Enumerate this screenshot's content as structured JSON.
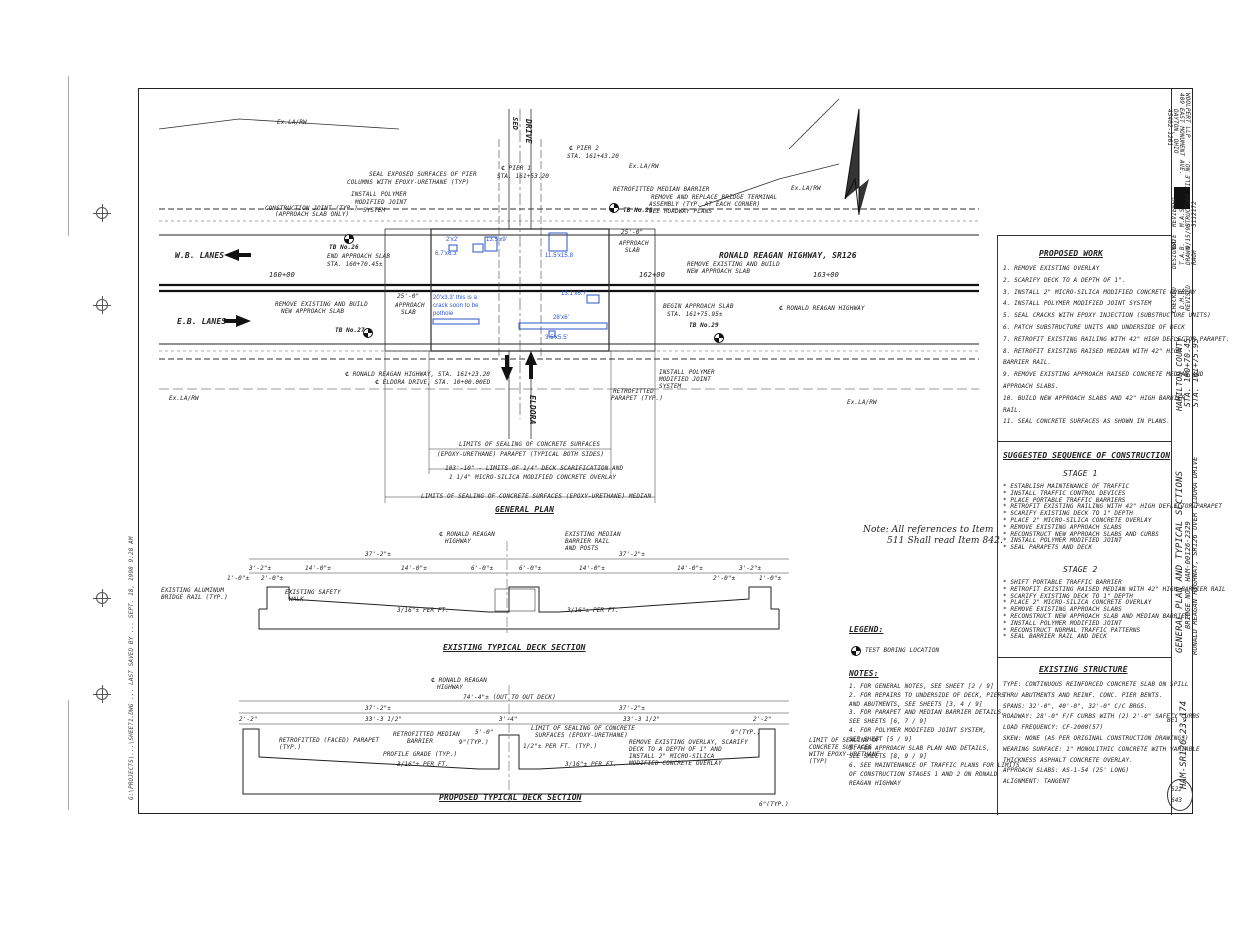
{
  "plan": {
    "west_lanes": "W.B. LANES",
    "east_lanes": "E.B. LANES",
    "highway_label": "RONALD REAGAN HIGHWAY, SR126",
    "sta_left": "160+00",
    "sta_mid": "162+00",
    "sta_right": "163+00",
    "ex_la_rw": "Ex.LA/RW",
    "road_top_a": "SED",
    "road_top_b": "DRIVE",
    "eldora": "ELDORA",
    "pier2": "℄ PIER 2",
    "pier2_sta": "STA. 161+43.20",
    "pier1": "℄ PIER 1",
    "pier1_sta": "STA. 161+53.20",
    "seal_piers_1": "SEAL EXPOSED SURFACES OF PIER",
    "seal_piers_2": "COLUMNS WITH EPOXY-URETHANE (TYP)",
    "install_poly_1": "INSTALL POLYMER",
    "install_poly_2": "MODIFIED JOINT",
    "install_poly_3": "SYSTEM",
    "cons_joint_1": "CONSTRUCTION JOINT (TYP.)",
    "cons_joint_2": "(APPROACH SLAB ONLY)",
    "retro_median": "RETROFITTED MEDIAN BARRIER",
    "remove_term_1": "REMOVE AND REPLACE BRIDGE TERMINAL",
    "remove_term_2": "ASSEMBLY (TYP. AT EACH CORNER)",
    "remove_term_3": "SEE ROADWAY PLANS",
    "tb26": "TB No.26",
    "tb27": "TB No.27",
    "tb28": "TB No.28",
    "tb29": "TB No.29",
    "end_slab_1": "END APPROACH SLAB",
    "end_slab_2": "STA. 160+70.45±",
    "twentyfive": "25'-0\"",
    "approach_slab": "APPROACH",
    "slab": "SLAB",
    "remove_build_1": "REMOVE EXISTING AND BUILD",
    "remove_build_2": "NEW APPROACH SLAB",
    "begin_slab_1": "BEGIN APPROACH SLAB",
    "begin_slab_2": "STA. 161+75.95±",
    "cl_reagan": "℄ RONALD REAGAN HIGHWAY",
    "cl_reagan_sta": "℄ RONALD REAGAN HIGHWAY, STA. 161+23.20",
    "cl_eldora_sta": "℄ ELDORA DRIVE, STA. 10+00.00ED",
    "install_poly_b1": "INSTALL POLYMER",
    "install_poly_b2": "MODIFIED JOINT",
    "install_poly_b3": "SYSTEM",
    "retro_parapet_1": "RETROFITTED",
    "retro_parapet_2": "PARAPET (TYP.)",
    "limits_seal_1": "LIMITS OF SEALING OF CONCRETE SURFACES",
    "limits_seal_2": "(EPOXY-URETHANE) PARAPET (TYPICAL BOTH SIDES)",
    "limits_scar_1": "103'-10\" - LIMITS OF 1/4\" DECK SCARIFICATION AND",
    "limits_scar_2": "1 1/4\" MICRO-SILICA MODIFIED CONCRETE OVERLAY",
    "limits_median": "LIMITS OF SEALING OF CONCRETE SURFACES (EPOXY-URETHANE) MEDIAN",
    "general_plan": "GENERAL PLAN",
    "ann_2x2": "2'x2'",
    "ann_67x63": "6.7'x6.3'",
    "ann_135x9": "13.5'x9'",
    "ann_115x158": "11.5'x15.8",
    "ann_131x67": "13.1'x6.7'",
    "ann_crack_1": "20'x3.3' this is a",
    "ann_crack_2": "crack soon to be",
    "ann_crack_3": "pothole",
    "ann_28x6": "28'x6'",
    "ann_35x55": "3.5'x5.5'"
  },
  "existing_section": {
    "title": "EXISTING TYPICAL DECK SECTION",
    "cl_reagan_1": "℄ RONALD REAGAN",
    "cl_reagan_2": "HIGHWAY",
    "exist_median_1": "EXISTING MEDIAN",
    "exist_median_2": "BARRIER RAIL",
    "exist_median_3": "AND POSTS",
    "dim_37a": "37'-2\"±",
    "dim_37b": "37'-2\"±",
    "dim_3_2a": "3'-2\"±",
    "dim_14a": "14'-0\"±",
    "dim_14b": "14'-0\"±",
    "dim_6a": "6'-0\"±",
    "dim_6b": "6'-0\"±",
    "dim_14c": "14'-0\"±",
    "dim_14d": "14'-0\"±",
    "dim_3_2b": "3'-2\"±",
    "dim_1a": "1'-0\"±",
    "dim_2a": "2'-0\"±",
    "dim_2b": "2'-0\"±",
    "dim_1b": "1'-0\"±",
    "alum_rail_1": "EXISTING ALUMINUM",
    "alum_rail_2": "BRIDGE RAIL (TYP.)",
    "safety_walk_1": "EXISTING SAFETY",
    "safety_walk_2": "WALK",
    "slope_a": "3/16\"± PER FT.",
    "slope_b": "3/16\"± PER FT."
  },
  "proposed_section": {
    "title": "PROPOSED TYPICAL DECK SECTION",
    "cl_reagan_1": "℄ RONALD REAGAN",
    "cl_reagan_2": "HIGHWAY",
    "dim_74": "74'-4\"± (OUT TO OUT DECK)",
    "dim_37a": "37'-2\"±",
    "dim_37b": "37'-2\"±",
    "dim_33a": "33'-3 1/2\"",
    "dim_33b": "33'-3 1/2\"",
    "dim_2_2a": "2'-2\"",
    "dim_2_2b": "2'-2\"",
    "dim_3_4": "3'-4\"",
    "dim_5": "5'-0\"",
    "dim_9": "9\"(TYP.)",
    "dim_9b": "9\"(TYP.)",
    "dim_6": "6\"(TYP.)",
    "retro_parapet_1": "RETROFITTED (FACED) PARAPET",
    "retro_parapet_2": "(TYP.)",
    "retro_median_1": "RETROFITTED MEDIAN",
    "retro_median_2": "BARRIER",
    "profile_grade": "PROFILE GRADE (TYP.)",
    "slope_a": "3/16\"± PER FT.",
    "slope_b": "1/2\"± PER FT. (TYP.)",
    "slope_c": "3/16\"± PER FT.",
    "limit_seal_1": "LIMIT OF SEALING OF CONCRETE",
    "limit_seal_2": "SURFACES (EPOXY-URETHANE)",
    "remove_ov_1": "REMOVE EXISTING OVERLAY, SCARIFY",
    "remove_ov_2": "DECK TO A DEPTH OF 1\" AND",
    "remove_ov_3": "INSTALL 2\" MICRO-SILICA",
    "remove_ov_4": "MODIFIED CONCRETE OVERLAY",
    "limit_seal_r1": "LIMIT OF SEALING OF",
    "limit_seal_r2": "CONCRETE SURFACES",
    "limit_seal_r3": "WITH EPOXY-URETHANE",
    "limit_seal_r4": "(TYP)"
  },
  "note": {
    "line1": "Note: All references to Item",
    "line2": "511 Shall read Item 842."
  },
  "legend": {
    "title": "LEGEND:",
    "boring": "TEST BORING LOCATION"
  },
  "notes": {
    "title": "NOTES:",
    "items": [
      "1. FOR GENERAL NOTES, SEE SHEET [2 / 9]",
      "2. FOR REPAIRS TO UNDERSIDE OF DECK, PIERS",
      "   AND ABUTMENTS, SEE SHEETS [3, 4 / 9]",
      "3. FOR PARAPET AND MEDIAN BARRIER DETAILS,",
      "   SEE SHEETS [6, 7 / 9]",
      "4. FOR POLYMER MODIFIED JOINT SYSTEM,",
      "   SEE SHEET [5 / 9]",
      "5. FOR APPROACH SLAB PLAN AND DETAILS,",
      "   SEE SHEETS [8, 9 / 9]",
      "6. SEE MAINTENANCE OF TRAFFIC PLANS FOR LIMITS",
      "   OF CONSTRUCTION STAGES 1 AND 2 ON RONALD",
      "   REAGAN HIGHWAY"
    ]
  },
  "proposed_work": {
    "title": "PROPOSED WORK",
    "items": [
      "1. REMOVE EXISTING OVERLAY",
      "2. SCARIFY DECK TO A DEPTH OF 1\".",
      "3. INSTALL 2\" MICRO-SILICA MODIFIED CONCRETE OVERLAY",
      "4. INSTALL POLYMER MODIFIED JOINT SYSTEM",
      "5. SEAL CRACKS WITH EPOXY INJECTION (SUBSTRUCTURE UNITS)",
      "6. PATCH SUBSTRUCTURE UNITS AND UNDERSIDE OF DECK",
      "7. RETROFIT EXISTING RAILING WITH 42\" HIGH DEFLECTOR PARAPET.",
      "8. RETROFIT EXISTING RAISED MEDIAN WITH 42\" HIGH",
      "   BARRIER RAIL.",
      "9. REMOVE EXISTING APPROACH RAISED CONCRETE MEDIAN AND",
      "   APPROACH SLABS.",
      "10. BUILD NEW APPROACH SLABS AND 42\" HIGH BARRIER",
      "    RAIL.",
      "11. SEAL CONCRETE SURFACES AS SHOWN IN PLANS."
    ]
  },
  "sequence": {
    "title": "SUGGESTED SEQUENCE OF CONSTRUCTION",
    "stage1": "STAGE 1",
    "stage1_items": [
      "* ESTABLISH MAINTENANCE OF TRAFFIC",
      "* INSTALL TRAFFIC CONTROL DEVICES",
      "* PLACE PORTABLE TRAFFIC BARRIERS",
      "* RETROFIT EXISTING RAILING WITH 42\" HIGH DEFLECTOR PARAPET",
      "* SCARIFY EXISTING DECK TO 1\" DEPTH",
      "* PLACE 2\" MICRO-SILICA CONCRETE OVERLAY",
      "* REMOVE EXISTING APPROACH SLABS",
      "* RECONSTRUCT NEW APPROACH SLABS AND CURBS",
      "* INSTALL POLYMER MODIFIED JOINT",
      "* SEAL PARAPETS AND DECK"
    ],
    "stage2": "STAGE 2",
    "stage2_items": [
      "* SHIFT PORTABLE TRAFFIC BARRIER",
      "* RETROFIT EXISTING RAISED MEDIAN WITH 42\" HIGH BARRIER RAIL",
      "* SCARIFY EXISTING DECK TO 1\" DEPTH",
      "* PLACE 2\" MICRO-SILICA CONCRETE OVERLAY",
      "* REMOVE EXISTING APPROACH SLABS",
      "* RECONSTRUCT NEW APPROACH SLAB AND MEDIAN BARRIER",
      "* INSTALL POLYMER MODIFIED JOINT",
      "* RECONSTRUCT NORMAL TRAFFIC PATTERNS",
      "* SEAL BARRIER RAIL AND DECK"
    ]
  },
  "existing_structure": {
    "title": "EXISTING STRUCTURE",
    "items": [
      "TYPE: CONTINUOUS REINFORCED CONCRETE SLAB ON SPILL",
      "      THRU ABUTMENTS AND REINF. CONC. PIER BENTS.",
      "SPANS: 32'-0\", 40'-0\", 32'-0\" C/C BRGS.",
      "ROADWAY: 28'-0\" F/F CURBS WITH (2) 2'-0\" SAFETY CURBS",
      "LOAD FREQUENCY: CF-2000(57)",
      "SKEW: NONE (AS PER ORIGINAL CONSTRUCTION DRAWINGS)",
      "WEARING SURFACE: 1\" MONOLITHIC CONCRETE WITH VARIABLE",
      "      THICKNESS ASPHALT CONCRETE OVERLAY.",
      "APPROACH SLABS: AS-1-54 (25' LONG)",
      "ALIGNMENT: TANGENT"
    ]
  },
  "title_block": {
    "firm_1": "WOOLPERT LLP",
    "firm_2": "409 EAST MONUMENT AVE.",
    "firm_3": "DAYTON, OHIO",
    "firm_4": "45402-1261",
    "designed": "DESIGNED",
    "designed_by": "T.A.B.",
    "checked": "CHECKED",
    "checked_by": "D.M.R.",
    "drawn": "DRAWN",
    "drawn_by": "RAGH",
    "revised": "REVISED",
    "reviewed": "REVIEWED",
    "reviewed_by": "M.A.S.",
    "date": "DATE",
    "date_val": "9/15/98",
    "struct_file": "STRUCTURE FILE NO.",
    "struct_no": "3112172",
    "county_1": "HAMILTON COUNTY",
    "county_2": "STA. 160+70.45",
    "county_3": "STA. 161+75.95",
    "sheet_title_1": "GENERAL PLAN AND TYPICAL SECTIONS",
    "sheet_title_2": "BRIDGE NO. HAM-00126-2329",
    "sheet_title_3": "RONALD REAGAN HIGHWAY, SR126 OVER ELDORA DRIVE",
    "project": "HAM-SR126-23.174",
    "sheet_no": "BE1",
    "sheet_of": "9",
    "page_num": "522",
    "page_total": "643"
  },
  "margin_text": "G:\\PROJECTS\\...\\SHEET1.DWG ... LAST SAVED BY ... SEPT. 18, 1998 9:28 AM"
}
